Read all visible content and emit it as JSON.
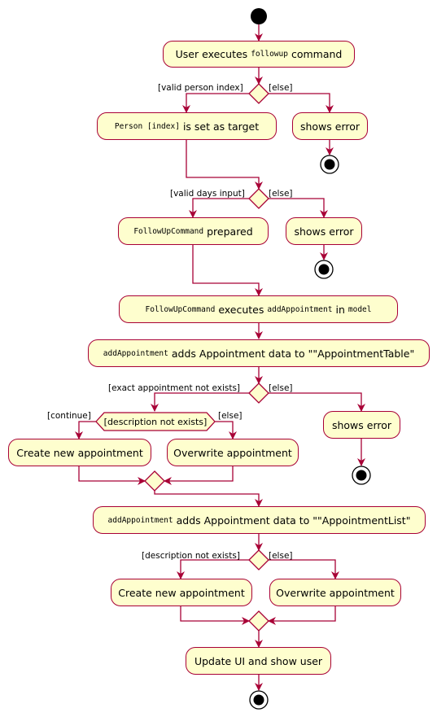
{
  "nodes": {
    "followup": {
      "pre": "User executes",
      "code": "followup",
      "post": "command"
    },
    "target": {
      "code": "Person [index]",
      "post": "is set as target"
    },
    "error1": "shows error",
    "prepared": {
      "code": "FollowUpCommand",
      "post": "prepared"
    },
    "error2": "shows error",
    "executes": {
      "code1": "FollowUpCommand",
      "mid": "executes",
      "code2": "addAppointment",
      "mid2": "in",
      "code3": "model"
    },
    "table": {
      "code": "addAppointment",
      "post": "adds Appointment data to \"\"AppointmentTable\""
    },
    "create1": "Create new appointment",
    "overwrite1": "Overwrite appointment",
    "error3": "shows error",
    "list": {
      "code": "addAppointment",
      "post": "adds Appointment data to \"\"AppointmentList\""
    },
    "create2": "Create new appointment",
    "overwrite2": "Overwrite appointment",
    "update": "Update UI and show user"
  },
  "guards": {
    "valid_person": "[valid person index]",
    "else1": "[else]",
    "valid_days": "[valid days input]",
    "else2": "[else]",
    "exact_not_exists": "[exact appointment not exists]",
    "else3": "[else]",
    "desc_not_exists_diamond": "[description not exists]",
    "continue": "[continue]",
    "else4": "[else]",
    "desc_not_exists": "[description not exists]",
    "else5": "[else]"
  },
  "colors": {
    "line": "#A80036",
    "fill": "#FEFECE",
    "text": "#000000"
  }
}
